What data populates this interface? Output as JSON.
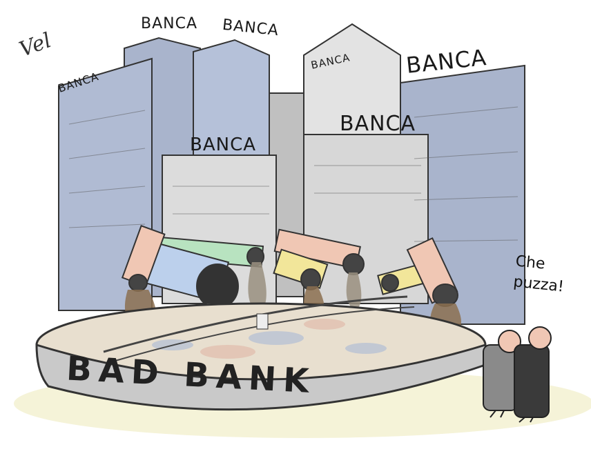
{
  "cartoon": {
    "signature": "Vel",
    "building_labels": [
      "BANCA",
      "BANCA",
      "BANCA",
      "BANCA",
      "BANCA",
      "BANCA",
      "BANCA"
    ],
    "tank_label": "BAD BANK",
    "speech_line1": "Che",
    "speech_line2": "puzza!",
    "colors": {
      "building_blue": "#a9b4cc",
      "building_gray": "#d9d9d9",
      "pipe_pink": "#f0c7b4",
      "pipe_blue": "#bcd0ec",
      "pipe_green": "#b8e3c0",
      "pipe_yellow": "#f2e69a",
      "sludge": "#8c7050",
      "tank": "#c9c9c9",
      "ground": "#f5f3d8"
    }
  }
}
